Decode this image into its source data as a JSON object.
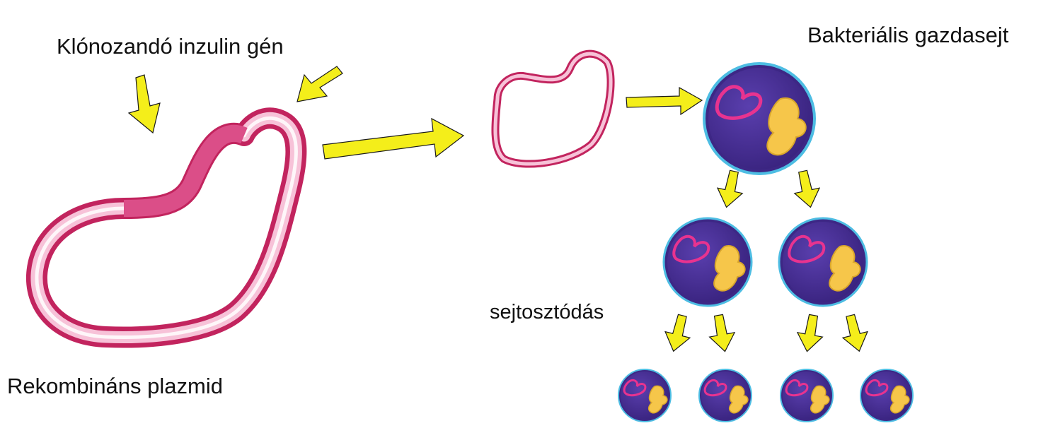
{
  "labels": {
    "gene": "Klónozandó inzulin gén",
    "host_cell": "Bakteriális gazdasejt",
    "division": "sejtosztódás",
    "plasmid": "Rekombináns plazmid"
  },
  "colors": {
    "arrow": "#f4ee1a",
    "plasmid_outer": "#c2245e",
    "plasmid_light": "#f7c2d8",
    "gene_segment": "#db4e88",
    "cell_fill": "#4a2f9a",
    "cell_rim": "#4dbde3",
    "nucleoid": "#f6c64a"
  }
}
